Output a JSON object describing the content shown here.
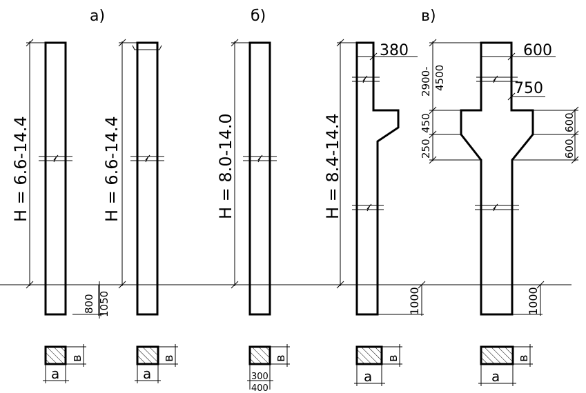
{
  "sections": {
    "a": "а)",
    "b": "б)",
    "v": "в)"
  },
  "heights": {
    "col1": "H = 6.6-14.4",
    "col2": "H = 6.6-14.4",
    "col3": "H = 8.0-14.0",
    "col4": "H = 8.4-14.4"
  },
  "embed": {
    "d800": "800",
    "d1050": "1050",
    "d1000a": "1000",
    "d1000b": "1000"
  },
  "corbel": {
    "w380": "380",
    "w600": "600",
    "w750": "750",
    "range_top": "2900-",
    "range_bot": "4500",
    "h450": "450",
    "h250": "250",
    "h600a": "600",
    "h600b": "600"
  },
  "section_labels": {
    "a": "а",
    "b": "в",
    "s300": "300",
    "s400": "400"
  }
}
